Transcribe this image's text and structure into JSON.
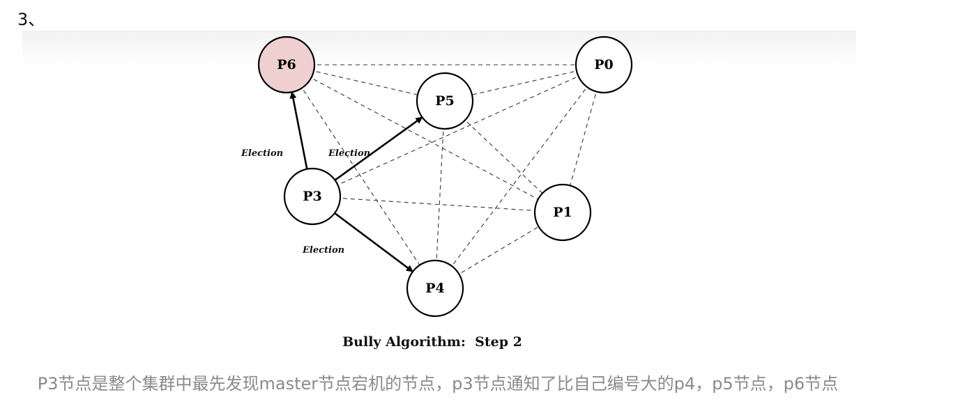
{
  "heading": {
    "step_number": "3、"
  },
  "diagram": {
    "title": "Bully Algorithm:  Step 2",
    "nodes": [
      {
        "id": "P6",
        "label": "P6",
        "state": "crashed"
      },
      {
        "id": "P0",
        "label": "P0",
        "state": "normal"
      },
      {
        "id": "P5",
        "label": "P5",
        "state": "normal"
      },
      {
        "id": "P3",
        "label": "P3",
        "state": "normal"
      },
      {
        "id": "P1",
        "label": "P1",
        "state": "normal"
      },
      {
        "id": "P4",
        "label": "P4",
        "state": "normal"
      }
    ],
    "connections": [
      [
        "P6",
        "P0"
      ],
      [
        "P6",
        "P5"
      ],
      [
        "P6",
        "P1"
      ],
      [
        "P6",
        "P4"
      ],
      [
        "P0",
        "P5"
      ],
      [
        "P0",
        "P3"
      ],
      [
        "P0",
        "P1"
      ],
      [
        "P0",
        "P4"
      ],
      [
        "P5",
        "P1"
      ],
      [
        "P5",
        "P4"
      ],
      [
        "P5",
        "P3"
      ],
      [
        "P3",
        "P1"
      ],
      [
        "P4",
        "P1"
      ]
    ],
    "messages": [
      {
        "from": "P3",
        "to": "P6",
        "label": "Election"
      },
      {
        "from": "P3",
        "to": "P5",
        "label": "Election"
      },
      {
        "from": "P3",
        "to": "P4",
        "label": "Election"
      }
    ],
    "colors": {
      "crashed_fill": "#efcfcf",
      "node_fill": "#ffffff",
      "caption_text": "#8a8a8a"
    }
  },
  "caption": "P3节点是整个集群中最先发现master节点宕机的节点，p3节点通知了比自己编号大的p4，p5节点，p6节点"
}
